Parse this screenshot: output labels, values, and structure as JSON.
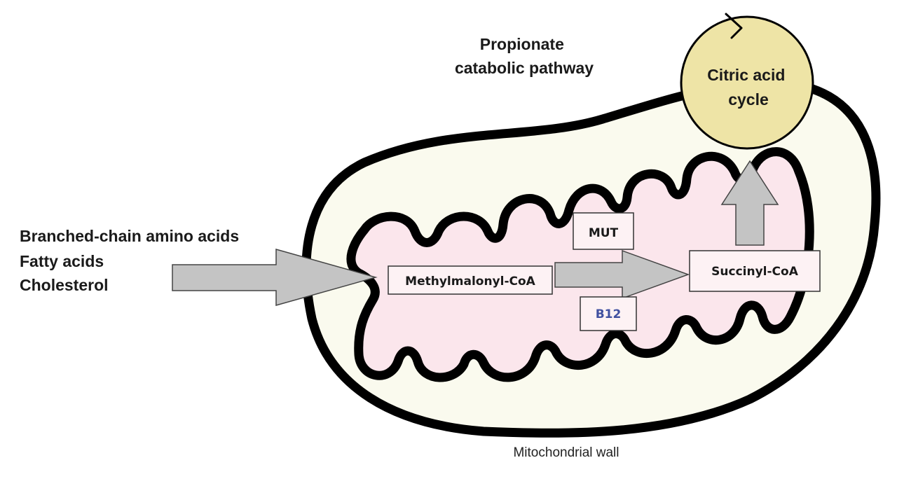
{
  "diagram": {
    "title_lines": [
      "Propionate",
      "catabolic pathway"
    ],
    "inputs": [
      "Branched-chain amino acids",
      "Fatty acids",
      "Cholesterol"
    ],
    "nodes": {
      "methylmalonyl": "Methylmalonyl-CoA",
      "succinyl": "Succinyl-CoA",
      "enzyme": "MUT",
      "cofactor": "B12",
      "cycle_lines": [
        "Citric acid",
        "cycle"
      ]
    },
    "wall_label": "Mitochondrial wall"
  },
  "colors": {
    "membrane": "#000000",
    "outer_fill": "#fafaee",
    "matrix_fill": "#fbe6ec",
    "box_fill": "#fdf2f4",
    "arrow_fill": "#c4c4c4",
    "cycle_fill": "#eee4a6",
    "cofactor_text": "#4050a0"
  }
}
